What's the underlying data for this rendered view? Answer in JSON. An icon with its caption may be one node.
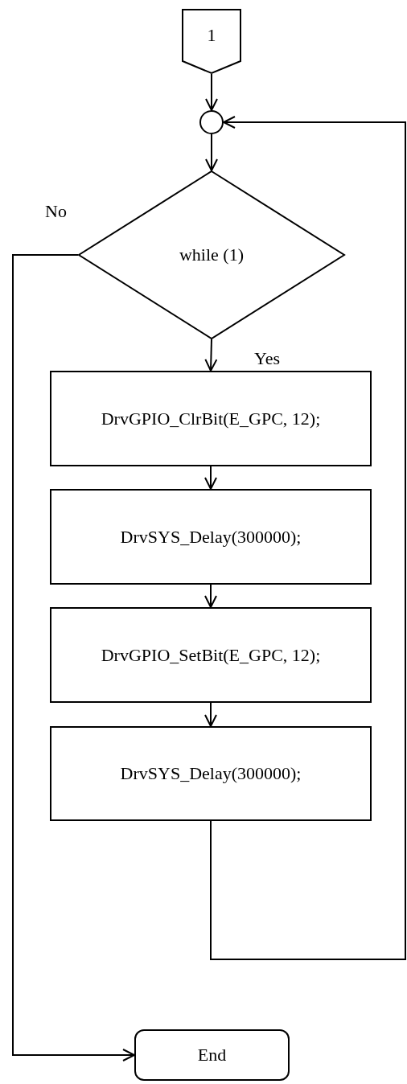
{
  "diagram": {
    "nodes": [
      {
        "text": [
          "1"
        ]
      },
      {
        "text": [],
        "shape": "circle"
      },
      {
        "text": [
          "while (1)"
        ]
      },
      {
        "text": [
          "DrvGPIO_ClrBit(E_GPC, 12);"
        ]
      },
      {
        "text": [
          "DrvSYS_Delay(300000);"
        ]
      },
      {
        "text": [
          "DrvGPIO_SetBit(E_GPC, 12);"
        ]
      },
      {
        "text": [
          "DrvSYS_Delay(300000);"
        ]
      },
      {
        "text": [
          "End"
        ]
      }
    ],
    "edges": [
      {
        "from": 0,
        "to": 1,
        "arrow": "to"
      },
      {
        "from": 1,
        "to": 2,
        "arrow": "to"
      },
      {
        "from": 2,
        "to": 3,
        "arrow": "to",
        "label": "Yes"
      },
      {
        "from": 3,
        "to": 4,
        "arrow": "to"
      },
      {
        "from": 4,
        "to": 5,
        "arrow": "to"
      },
      {
        "from": 5,
        "to": 6,
        "arrow": "to"
      },
      {
        "from": 6,
        "to": 1,
        "arrow": "to"
      },
      {
        "from": 2,
        "to": 7,
        "arrow": "to",
        "label": "No"
      }
    ]
  }
}
